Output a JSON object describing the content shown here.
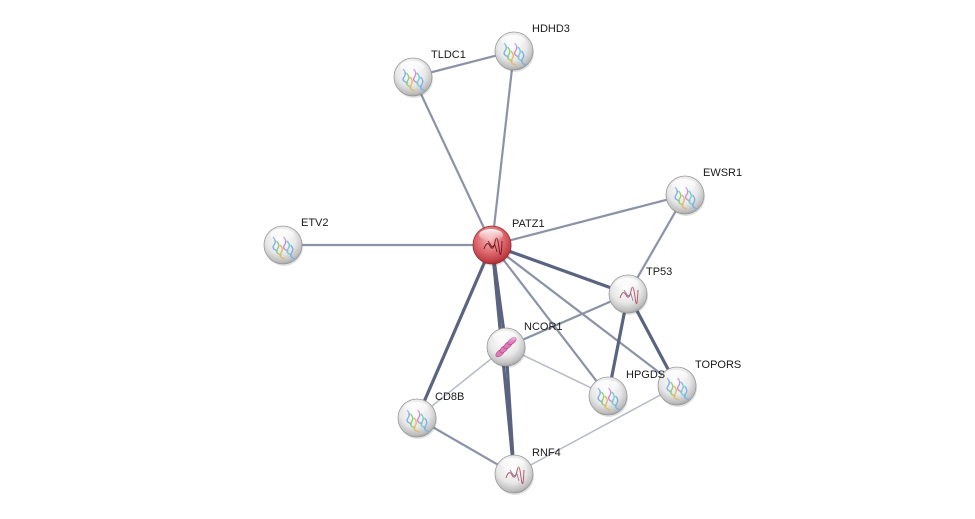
{
  "colors": {
    "query_node": "#d44b52",
    "neighbor_node": "#d9d9d9",
    "edge_strong": "#5a6380",
    "edge_medium": "#8c93a8",
    "edge_weak": "#b6bac6",
    "label": "#1a1a1a"
  },
  "nodes": [
    {
      "id": "PATZ1",
      "label": "PATZ1",
      "query": true,
      "icon": "structure-squiggle-icon"
    },
    {
      "id": "TLDC1",
      "label": "TLDC1",
      "query": false,
      "icon": "protein-structure-icon"
    },
    {
      "id": "HDHD3",
      "label": "HDHD3",
      "query": false,
      "icon": "protein-structure-icon"
    },
    {
      "id": "EWSR1",
      "label": "EWSR1",
      "query": false,
      "icon": "protein-structure-icon"
    },
    {
      "id": "ETV2",
      "label": "ETV2",
      "query": false,
      "icon": "protein-structure-icon"
    },
    {
      "id": "TP53",
      "label": "TP53",
      "query": false,
      "icon": "structure-squiggle-icon"
    },
    {
      "id": "NCOR1",
      "label": "NCOR1",
      "query": false,
      "icon": "helix-icon"
    },
    {
      "id": "TOPORS",
      "label": "TOPORS",
      "query": false,
      "icon": "protein-structure-icon"
    },
    {
      "id": "HPGDS",
      "label": "HPGDS",
      "query": false,
      "icon": "protein-structure-icon"
    },
    {
      "id": "CD8B",
      "label": "CD8B",
      "query": false,
      "icon": "protein-structure-icon"
    },
    {
      "id": "RNF4",
      "label": "RNF4",
      "query": false,
      "icon": "structure-squiggle-icon"
    }
  ],
  "edges": [
    {
      "source": "TLDC1",
      "target": "HDHD3",
      "strength": "medium"
    },
    {
      "source": "PATZ1",
      "target": "TLDC1",
      "strength": "medium"
    },
    {
      "source": "PATZ1",
      "target": "HDHD3",
      "strength": "medium"
    },
    {
      "source": "PATZ1",
      "target": "ETV2",
      "strength": "medium"
    },
    {
      "source": "PATZ1",
      "target": "EWSR1",
      "strength": "medium"
    },
    {
      "source": "EWSR1",
      "target": "TP53",
      "strength": "medium"
    },
    {
      "source": "PATZ1",
      "target": "TP53",
      "strength": "strong"
    },
    {
      "source": "PATZ1",
      "target": "NCOR1",
      "strength": "strong"
    },
    {
      "source": "PATZ1",
      "target": "CD8B",
      "strength": "strong"
    },
    {
      "source": "PATZ1",
      "target": "RNF4",
      "strength": "strong"
    },
    {
      "source": "PATZ1",
      "target": "HPGDS",
      "strength": "medium"
    },
    {
      "source": "PATZ1",
      "target": "TOPORS",
      "strength": "medium"
    },
    {
      "source": "TP53",
      "target": "NCOR1",
      "strength": "medium"
    },
    {
      "source": "TP53",
      "target": "HPGDS",
      "strength": "strong"
    },
    {
      "source": "TP53",
      "target": "TOPORS",
      "strength": "strong"
    },
    {
      "source": "NCOR1",
      "target": "RNF4",
      "strength": "strong"
    },
    {
      "source": "NCOR1",
      "target": "CD8B",
      "strength": "weak"
    },
    {
      "source": "NCOR1",
      "target": "HPGDS",
      "strength": "weak"
    },
    {
      "source": "CD8B",
      "target": "RNF4",
      "strength": "medium"
    },
    {
      "source": "RNF4",
      "target": "TOPORS",
      "strength": "weak"
    }
  ]
}
